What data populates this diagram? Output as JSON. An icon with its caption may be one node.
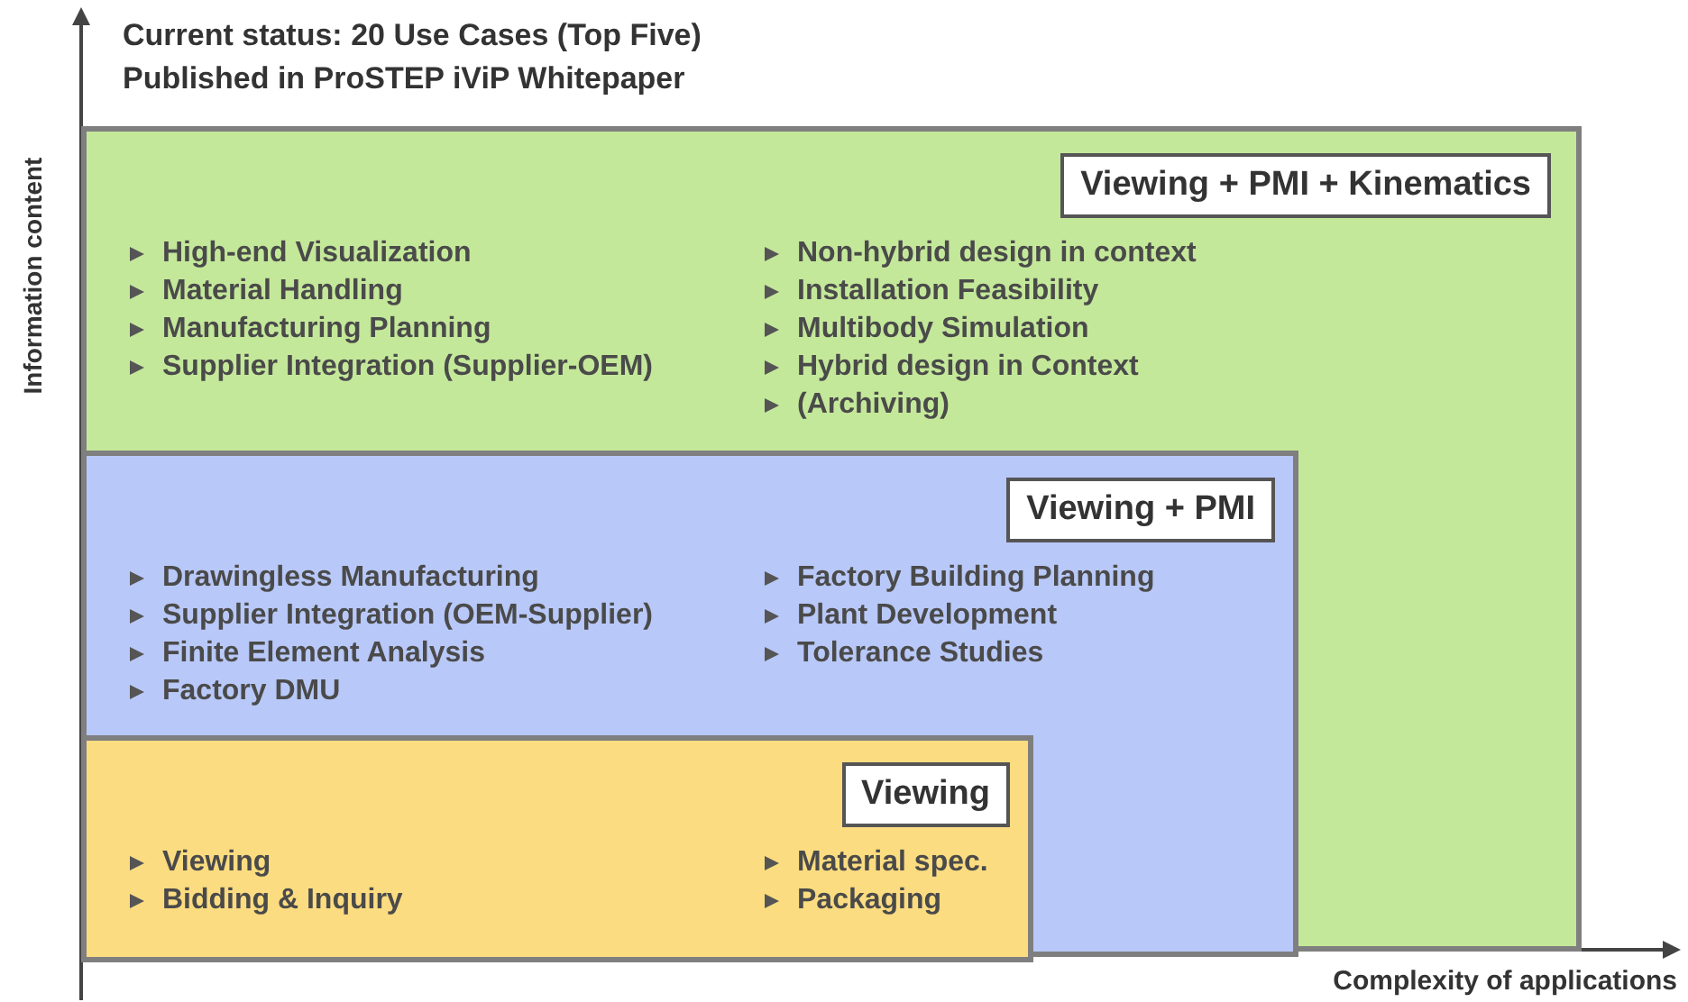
{
  "diagram": {
    "title": "Current status: 20 Use Cases (Top Five) Published in ProSTEP iViP Whitepaper",
    "nodes": [
      {
        "text": [
          "Viewing + PMI + Kinematics",
          "High-end Visualization",
          "Material Handling",
          "Manufacturing Planning",
          "Supplier Integration (Supplier-OEM)",
          "Non-hybrid design in context",
          "Installation Feasibility",
          "Multibody Simulation",
          "Hybrid design in Context",
          "(Archiving)"
        ]
      },
      {
        "text": [
          "Viewing + PMI",
          "Drawingless Manufacturing",
          "Supplier Integration (OEM-Supplier)",
          "Finite Element Analysis",
          "Factory DMU",
          "Factory Building Planning",
          "Plant Development",
          "Tolerance Studies"
        ],
        "in": 0
      },
      {
        "text": [
          "Viewing",
          "Viewing",
          "Bidding & Inquiry",
          "Material spec.",
          "Packaging"
        ],
        "in": 1
      }
    ],
    "labels": [
      "Information content",
      "Complexity of applications"
    ]
  }
}
